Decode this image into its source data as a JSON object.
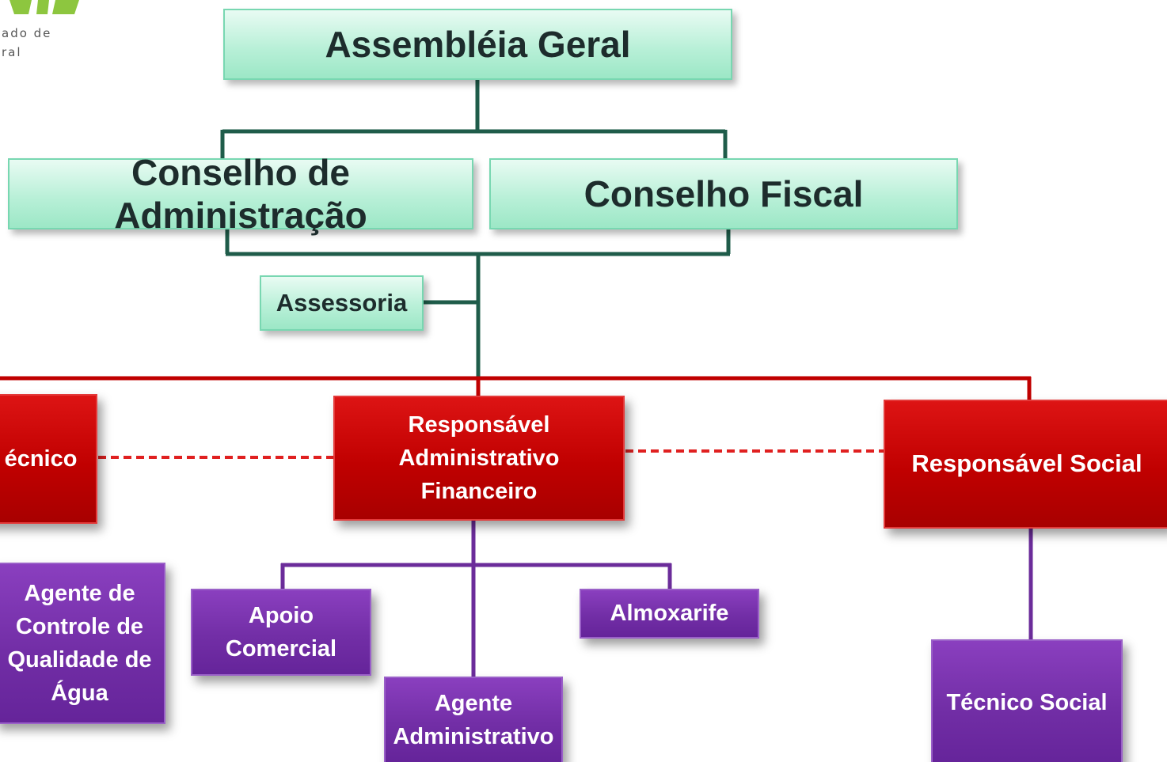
{
  "logo": {
    "text": "ado de\nral"
  },
  "nodes": {
    "assembleia": "Assembléia Geral",
    "conselho_admin": "Conselho de Administração",
    "conselho_fiscal": "Conselho Fiscal",
    "assessoria": "Assessoria",
    "resp_tecnico": "écnico",
    "resp_admin_fin": "Responsável\nAdministrativo\nFinanceiro",
    "resp_social": "Responsável Social",
    "agente_controle": "Agente de\nControle de\nQualidade de\nÁgua",
    "apoio_comercial": "Apoio\nComercial",
    "almoxarife": "Almoxarife",
    "agente_administrativo": "Agente\nAdministrativo",
    "tecnico_social": "Técnico Social"
  },
  "colors": {
    "governance_line": "#1f5c4a",
    "management_line": "#c00000",
    "staff_line": "#6b2c9a",
    "governance_box": "#b9f0d8",
    "management_box": "#c00000",
    "staff_box": "#722ea6",
    "logo_accent": "#8dc63f"
  }
}
